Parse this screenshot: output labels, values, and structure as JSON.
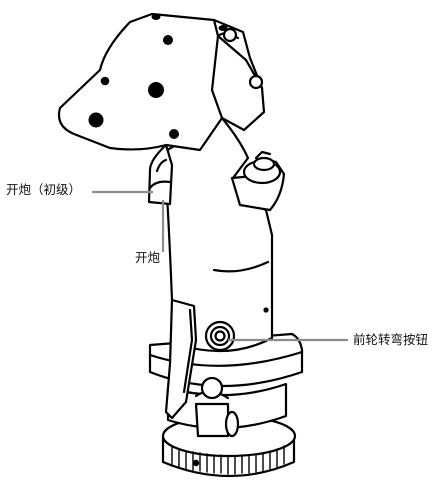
{
  "labels": {
    "trigger_first_stage": "开炮（初级）",
    "trigger": "开炮",
    "nosewheel_steering_button": "前轮转弯按钮"
  },
  "colors": {
    "outline": "#000000",
    "fill": "#ffffff",
    "leader": "#8c8c8c",
    "text": "#111111"
  }
}
